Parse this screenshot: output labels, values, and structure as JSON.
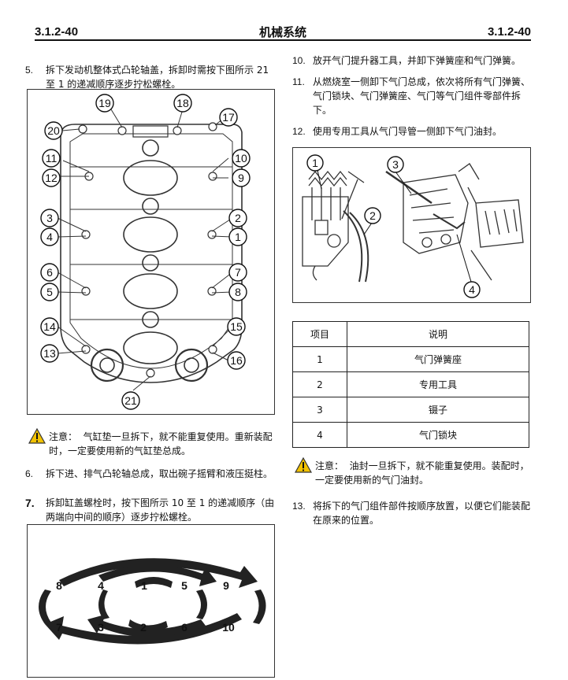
{
  "header": {
    "left": "3.1.2-40",
    "center": "机械系统",
    "right": "3.1.2-40"
  },
  "steps": {
    "s5": {
      "num": "5.",
      "text": "拆下发动机整体式凸轮轴盖，拆卸时需按下图所示 21 至 1 的递减顺序逐步拧松螺栓。"
    },
    "s6": {
      "num": "6.",
      "text": "拆下进、排气凸轮轴总成，取出碗子摇臂和液压挺柱。"
    },
    "s7": {
      "num": "7.",
      "text": "拆卸缸盖螺栓时，按下图所示 10 至 1 的递减顺序（由两端向中间的顺序）逐步拧松螺栓。"
    },
    "s10": {
      "num": "10.",
      "text": "放开气门提升器工具，并卸下弹簧座和气门弹簧。"
    },
    "s11": {
      "num": "11.",
      "text": "从燃烧室一侧卸下气门总成，依次将所有气门弹簧、气门锁块、气门弹簧座、气门等气门组件零部件拆下。"
    },
    "s12": {
      "num": "12.",
      "text": "使用专用工具从气门导管一侧卸下气门油封。"
    },
    "s13": {
      "num": "13.",
      "text": "将拆下的气门组件部件按顺序放置，以便它们能装配在原来的位置。"
    }
  },
  "notes": {
    "n1": {
      "label": "注意：",
      "text": "气缸垫一旦拆下，就不能重复使用。重新装配时，一定要使用新的气缸垫总成。"
    },
    "n2": {
      "label": "注意：",
      "text": "油封一旦拆下，就不能重复使用。装配时，一定要使用新的气门油封。"
    }
  },
  "cam_cover_figure": {
    "bolt_labels": [
      "1",
      "2",
      "3",
      "4",
      "5",
      "6",
      "7",
      "8",
      "9",
      "10",
      "11",
      "12",
      "13",
      "14",
      "15",
      "16",
      "17",
      "18",
      "19",
      "20",
      "21"
    ]
  },
  "head_bolt_figure": {
    "bolt_labels": [
      "1",
      "2",
      "3",
      "4",
      "5",
      "6",
      "7",
      "8",
      "9",
      "10"
    ]
  },
  "valve_figure": {
    "callouts": [
      "1",
      "2",
      "3",
      "4"
    ]
  },
  "parts_table": {
    "headers": [
      "项目",
      "说明"
    ],
    "rows": [
      {
        "item": "1",
        "desc": "气门弹簧座"
      },
      {
        "item": "2",
        "desc": "专用工具"
      },
      {
        "item": "3",
        "desc": "镊子"
      },
      {
        "item": "4",
        "desc": "气门锁块"
      }
    ]
  },
  "colors": {
    "warning": "#f2c200",
    "ink": "#111111"
  }
}
